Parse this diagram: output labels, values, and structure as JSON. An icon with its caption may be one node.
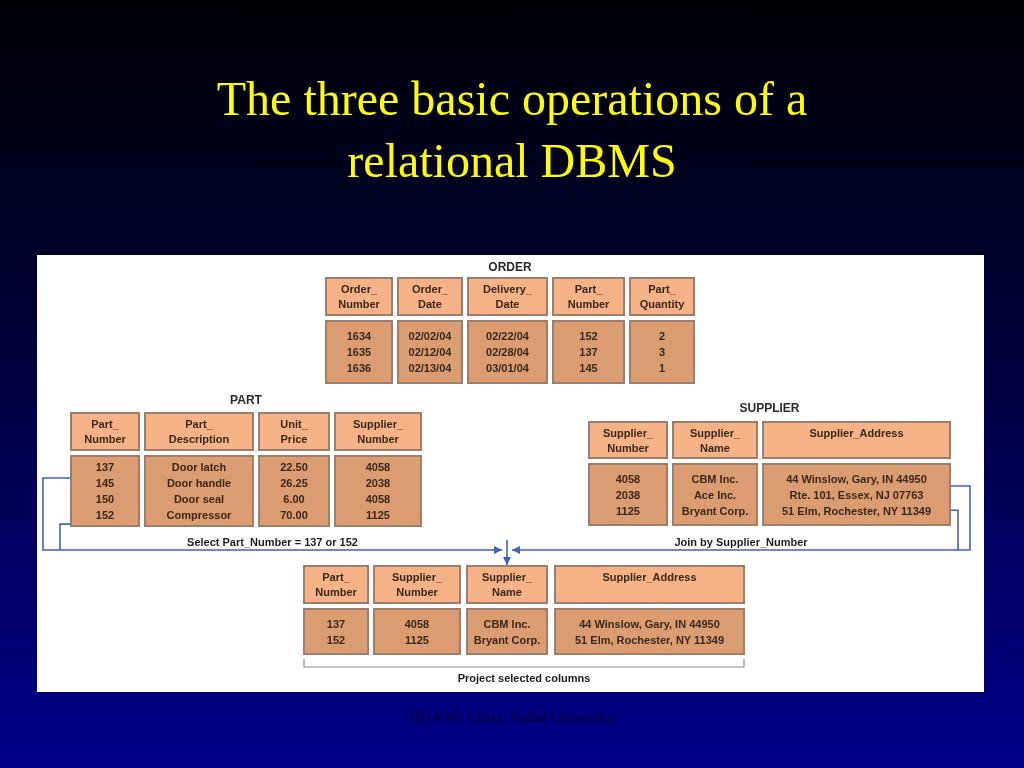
{
  "diagram": {
    "title": "The three basic operations of a relational DBMS",
    "nodes": [
      {
        "text": [
          "ORDER"
        ]
      },
      {
        "text": [
          "Order_ Number"
        ],
        "in": 0
      },
      {
        "text": [
          "Order_ Date"
        ],
        "in": 0
      },
      {
        "text": [
          "Delivery_ Date"
        ],
        "in": 0
      },
      {
        "text": [
          "Part_ Number"
        ],
        "in": 0
      },
      {
        "text": [
          "Part_ Quantity"
        ],
        "in": 0
      },
      {
        "text": [
          "1634",
          "1635",
          "1636"
        ],
        "in": 0
      },
      {
        "text": [
          "02/02/04",
          "02/12/04",
          "02/13/04"
        ],
        "in": 0
      },
      {
        "text": [
          "02/22/04",
          "02/28/04",
          "03/01/04"
        ],
        "in": 0
      },
      {
        "text": [
          "152",
          "137",
          "145"
        ],
        "in": 0
      },
      {
        "text": [
          "2",
          "3",
          "1"
        ],
        "in": 0
      },
      {
        "text": [
          "PART"
        ]
      },
      {
        "text": [
          "Part_ Number"
        ],
        "in": 11
      },
      {
        "text": [
          "Part_ Description"
        ],
        "in": 11
      },
      {
        "text": [
          "Unit_ Price"
        ],
        "in": 11
      },
      {
        "text": [
          "Supplier_ Number"
        ],
        "in": 11
      },
      {
        "text": [
          "137",
          "145",
          "150",
          "152"
        ],
        "in": 11
      },
      {
        "text": [
          "Door latch",
          "Door handle",
          "Door seal",
          "Compressor"
        ],
        "in": 11
      },
      {
        "text": [
          "22.50",
          "26.25",
          "6.00",
          "70.00"
        ],
        "in": 11
      },
      {
        "text": [
          "4058",
          "2038",
          "4058",
          "1125"
        ],
        "in": 11
      },
      {
        "text": [
          "SUPPLIER"
        ]
      },
      {
        "text": [
          "Supplier_ Number"
        ],
        "in": 20
      },
      {
        "text": [
          "Supplier_ Name"
        ],
        "in": 20
      },
      {
        "text": [
          "Supplier_Address"
        ],
        "in": 20
      },
      {
        "text": [
          "4058",
          "2038",
          "1125"
        ],
        "in": 20
      },
      {
        "text": [
          "CBM Inc.",
          "Ace Inc.",
          "Bryant Corp."
        ],
        "in": 20
      },
      {
        "text": [
          "44 Winslow, Gary, IN 44950",
          "Rte. 101, Essex, NJ 07763",
          "51 Elm, Rochester, NY 11349"
        ],
        "in": 20
      },
      {
        "text": [
          "Part_ Number"
        ]
      },
      {
        "text": [
          "Supplier_ Number"
        ]
      },
      {
        "text": [
          "Supplier_ Name"
        ]
      },
      {
        "text": [
          "Supplier_Address"
        ]
      },
      {
        "text": [
          "137",
          "152"
        ]
      },
      {
        "text": [
          "4058",
          "1125"
        ]
      },
      {
        "text": [
          "CBM Inc.",
          "Bryant Corp."
        ]
      },
      {
        "text": [
          "44 Winslow, Gary, IN 44950",
          "51 Elm, Rochester, NY 11349"
        ]
      }
    ],
    "edges": [
      {
        "from": 16,
        "to": 29,
        "arrow": "to",
        "label": "Select Part_Number = 137 or 152"
      },
      {
        "from": 26,
        "to": 29,
        "arrow": "to",
        "label": "Join by Supplier_Number"
      }
    ],
    "labels": [
      "Project selected columns",
      "HUANG Lihua, Fudan University"
    ]
  }
}
